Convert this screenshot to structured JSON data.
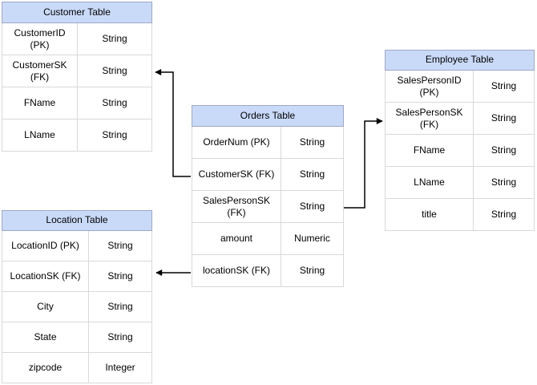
{
  "diagram": {
    "type": "entity-relationship-diagram",
    "tables": [
      {
        "id": "customer",
        "title": "Customer Table",
        "rows": [
          {
            "name": "CustomerID (PK)",
            "type": "String"
          },
          {
            "name": "CustomerSK (FK)",
            "type": "String"
          },
          {
            "name": "FName",
            "type": "String"
          },
          {
            "name": "LName",
            "type": "String"
          }
        ]
      },
      {
        "id": "orders",
        "title": "Orders Table",
        "rows": [
          {
            "name": "OrderNum (PK)",
            "type": "String"
          },
          {
            "name": "CustomerSK (FK)",
            "type": "String"
          },
          {
            "name": "SalesPersonSK (FK)",
            "type": "String"
          },
          {
            "name": "amount",
            "type": "Numeric"
          },
          {
            "name": "locationSK (FK)",
            "type": "String"
          }
        ]
      },
      {
        "id": "employee",
        "title": "Employee Table",
        "rows": [
          {
            "name": "SalesPersonID (PK)",
            "type": "String"
          },
          {
            "name": "SalesPersonSK (FK)",
            "type": "String"
          },
          {
            "name": "FName",
            "type": "String"
          },
          {
            "name": "LName",
            "type": "String"
          },
          {
            "name": "title",
            "type": "String"
          }
        ]
      },
      {
        "id": "location",
        "title": "Location Table",
        "rows": [
          {
            "name": "LocationID (PK)",
            "type": "String"
          },
          {
            "name": "LocationSK (FK)",
            "type": "String"
          },
          {
            "name": "City",
            "type": "String"
          },
          {
            "name": "State",
            "type": "String"
          },
          {
            "name": "zipcode",
            "type": "Integer"
          }
        ]
      }
    ],
    "relationships": [
      {
        "from": "Orders Table.CustomerSK (FK)",
        "to": "Customer Table.CustomerSK (FK)"
      },
      {
        "from": "Orders Table.SalesPersonSK (FK)",
        "to": "Employee Table.SalesPersonSK (FK)"
      },
      {
        "from": "Orders Table.locationSK (FK)",
        "to": "Location Table.LocationSK (FK)"
      }
    ],
    "colors": {
      "header_fill": "#C9DAF8",
      "header_border": "#9FA8C6",
      "row_border": "#D9D9D9",
      "row_fill": "#FFFFFF",
      "connector": "#000000",
      "text": "#000000",
      "background": "#FFFFFF"
    }
  }
}
